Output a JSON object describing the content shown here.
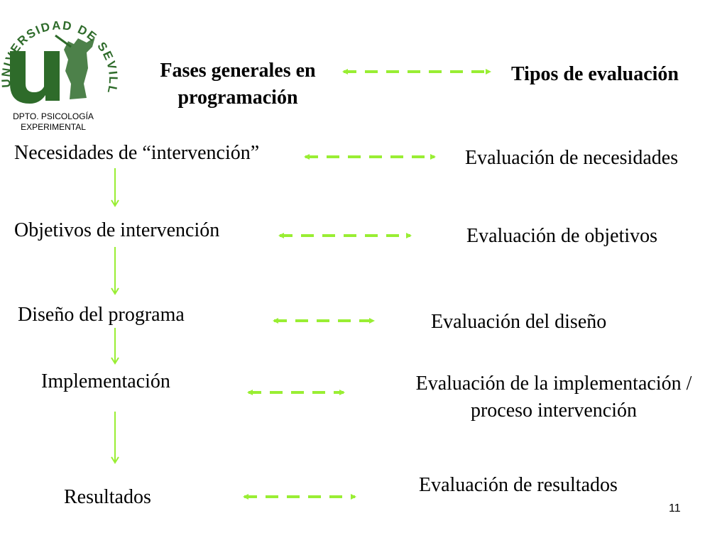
{
  "logo": {
    "university": "UNIVERSIDAD DE SEVILLA",
    "department_line1": "DPTO. PSICOLOGÍA",
    "department_line2": "EXPERIMENTAL"
  },
  "headers": {
    "phases_line1": "Fases generales en",
    "phases_line2": "programación",
    "types": "Tipos de evaluación"
  },
  "phases": [
    "Necesidades de “intervención”",
    "Objetivos de intervención",
    "Diseño del programa",
    "Implementación",
    "Resultados"
  ],
  "evaluations": [
    "Evaluación de necesidades",
    "Evaluación de objetivos",
    "Evaluación del diseño",
    "Evaluación de la implementación /",
    "proceso intervención",
    "Evaluación de resultados"
  ],
  "slide_number": "11",
  "colors": {
    "arrow_green": "#99ee33",
    "logo_green": "#2e6b2a"
  }
}
